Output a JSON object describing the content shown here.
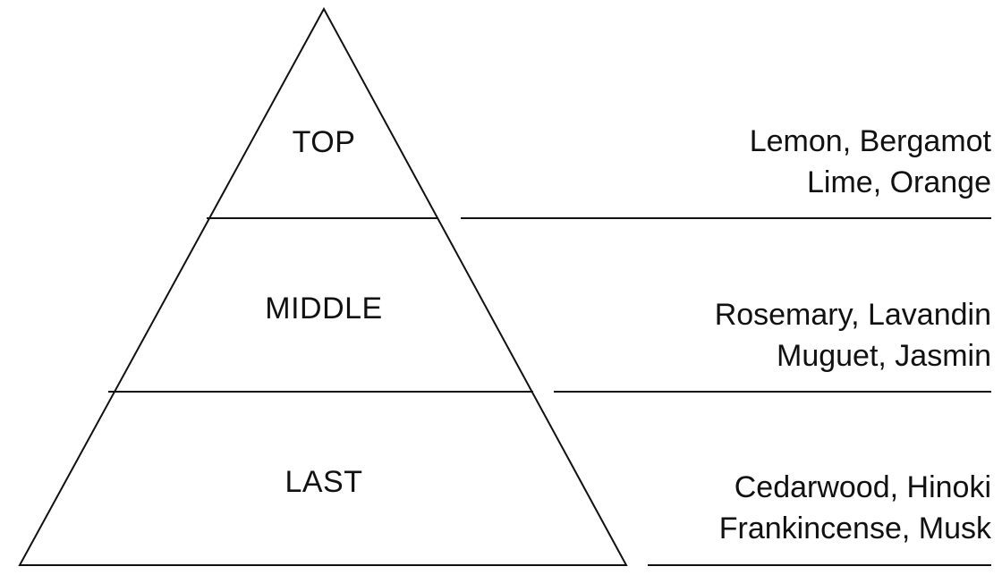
{
  "pyramid": {
    "tiers": [
      {
        "label": "TOP",
        "notes": [
          "Lemon, Bergamot",
          "Lime, Orange"
        ]
      },
      {
        "label": "MIDDLE",
        "notes": [
          "Rosemary, Lavandin",
          "Muguet, Jasmin"
        ]
      },
      {
        "label": "LAST",
        "notes": [
          "Cedarwood, Hinoki",
          "Frankincense, Musk"
        ]
      }
    ]
  },
  "colors": {
    "line": "#111111",
    "text": "#111111",
    "background": "#ffffff"
  }
}
